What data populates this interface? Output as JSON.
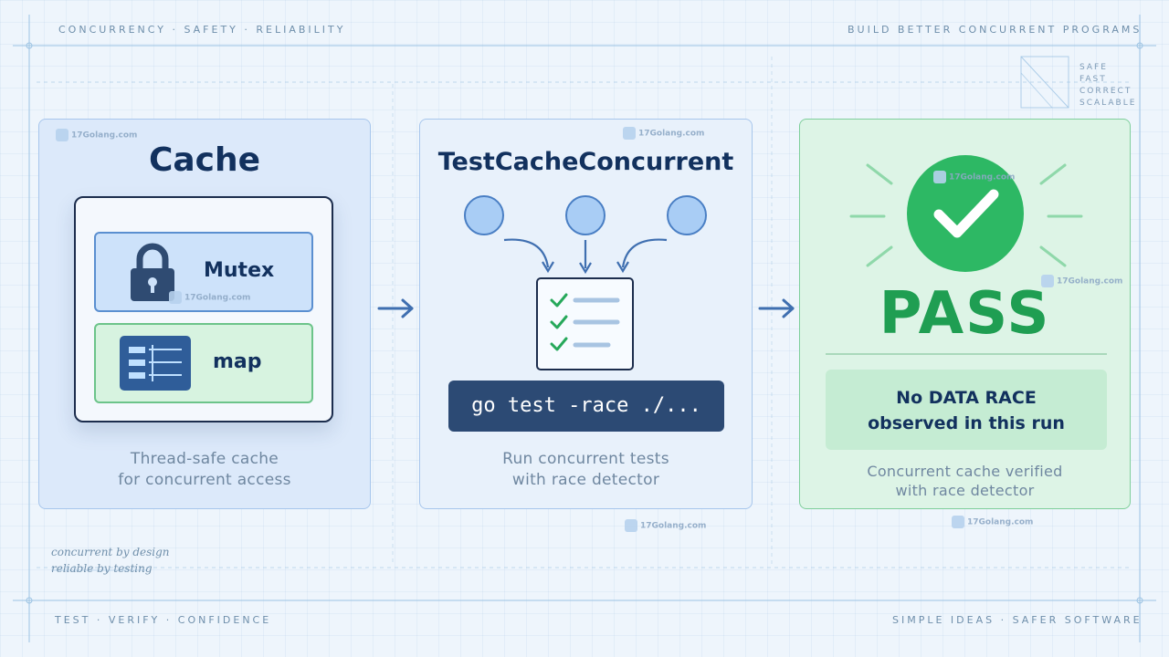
{
  "header": {
    "left": "CONCURRENCY · SAFETY · RELIABILITY",
    "right": "BUILD BETTER CONCURRENT PROGRAMS"
  },
  "side_tags": [
    "SAFE",
    "FAST",
    "CORRECT",
    "SCALABLE"
  ],
  "footer": {
    "left": "TEST · VERIFY · CONFIDENCE",
    "right": "SIMPLE IDEAS · SAFER SOFTWARE",
    "note_line1": "concurrent by design",
    "note_line2": "reliable by testing"
  },
  "watermark": "17Golang.com",
  "panels": {
    "cache": {
      "title": "Cache",
      "mutex_label": "Mutex",
      "map_label": "map",
      "caption_line1": "Thread-safe cache",
      "caption_line2": "for concurrent access"
    },
    "test": {
      "title": "TestCacheConcurrent",
      "command": "go test -race ./...",
      "caption_line1": "Run concurrent tests",
      "caption_line2": "with race detector"
    },
    "result": {
      "status": "PASS",
      "message_line1": "No DATA RACE",
      "message_line2": "observed in this run",
      "caption_line1": "Concurrent cache verified",
      "caption_line2": "with race detector"
    }
  },
  "colors": {
    "background": "#eef5fc",
    "accent_blue": "#4a7fc4",
    "pass_green": "#1f9e52",
    "terminal": "#2c4a74"
  }
}
